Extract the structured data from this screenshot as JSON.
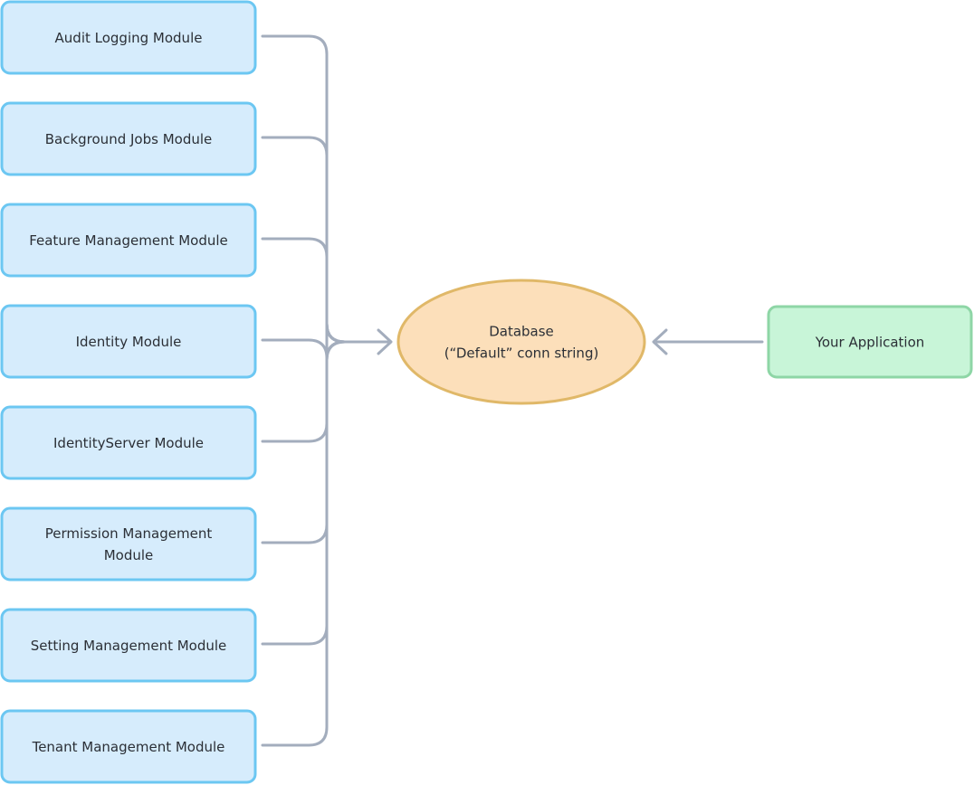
{
  "colors": {
    "module_fill": "#d6ecfc",
    "module_stroke": "#6cc7f2",
    "database_fill": "#fcdfba",
    "database_stroke": "#e0b868",
    "application_fill": "#c8f5d8",
    "application_stroke": "#8ed6a6",
    "connector": "#a3adbd"
  },
  "modules": [
    {
      "lines": [
        "Audit Logging Module"
      ]
    },
    {
      "lines": [
        "Background Jobs Module"
      ]
    },
    {
      "lines": [
        "Feature Management Module"
      ]
    },
    {
      "lines": [
        "Identity Module"
      ]
    },
    {
      "lines": [
        "IdentityServer Module"
      ]
    },
    {
      "lines": [
        "Permission Management",
        "Module"
      ]
    },
    {
      "lines": [
        "Setting Management Module"
      ]
    },
    {
      "lines": [
        "Tenant Management Module"
      ]
    }
  ],
  "database": {
    "lines": [
      "Database",
      "(“Default” conn string)"
    ]
  },
  "application": {
    "lines": [
      "Your Application"
    ]
  }
}
